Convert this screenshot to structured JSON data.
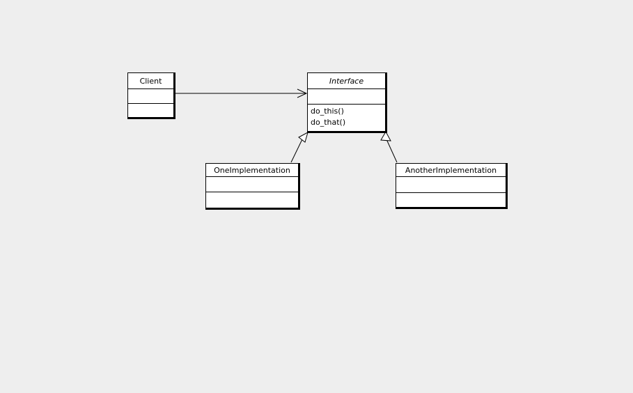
{
  "colors": {
    "background": "#eeeeee",
    "node_fill": "#ffffff",
    "stroke": "#000000"
  },
  "diagram": {
    "classes": {
      "client": {
        "name": "Client",
        "attributes": [],
        "methods": []
      },
      "interface": {
        "name": "Interface",
        "attributes": [],
        "methods": [
          "do_this()",
          "do_that()"
        ]
      },
      "one_implementation": {
        "name": "OneImplementation",
        "attributes": [],
        "methods": []
      },
      "another_implementation": {
        "name": "AnotherImplementation",
        "attributes": [],
        "methods": []
      }
    },
    "relations": [
      {
        "from": "Client",
        "to": "Interface",
        "type": "association"
      },
      {
        "from": "OneImplementation",
        "to": "Interface",
        "type": "generalization"
      },
      {
        "from": "AnotherImplementation",
        "to": "Interface",
        "type": "generalization"
      }
    ]
  }
}
